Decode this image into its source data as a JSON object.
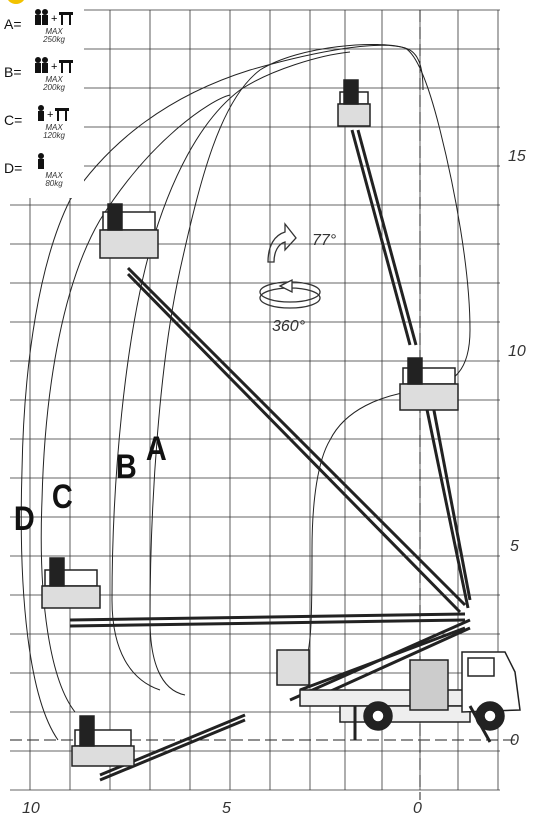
{
  "legend": [
    {
      "key": "A=",
      "max_line1": "MAX",
      "max_line2": "250kg",
      "people": 2
    },
    {
      "key": "B=",
      "max_line1": "MAX",
      "max_line2": "200kg",
      "people": 2
    },
    {
      "key": "C=",
      "max_line1": "MAX",
      "max_line2": "120kg",
      "people": 1
    },
    {
      "key": "D=",
      "max_line1": "MAX",
      "max_line2": "80kg",
      "people": 1
    }
  ],
  "envelopes": {
    "A": "A",
    "B": "B",
    "C": "C",
    "D": "D"
  },
  "rotation": {
    "tilt": "77°",
    "slew": "360°"
  },
  "axis": {
    "bottom": [
      "10",
      "5",
      "0"
    ],
    "right": [
      "15",
      "10",
      "5",
      "0"
    ]
  },
  "colors": {
    "line": "#222222",
    "grid": "#333333",
    "accent": "#f2c200"
  }
}
